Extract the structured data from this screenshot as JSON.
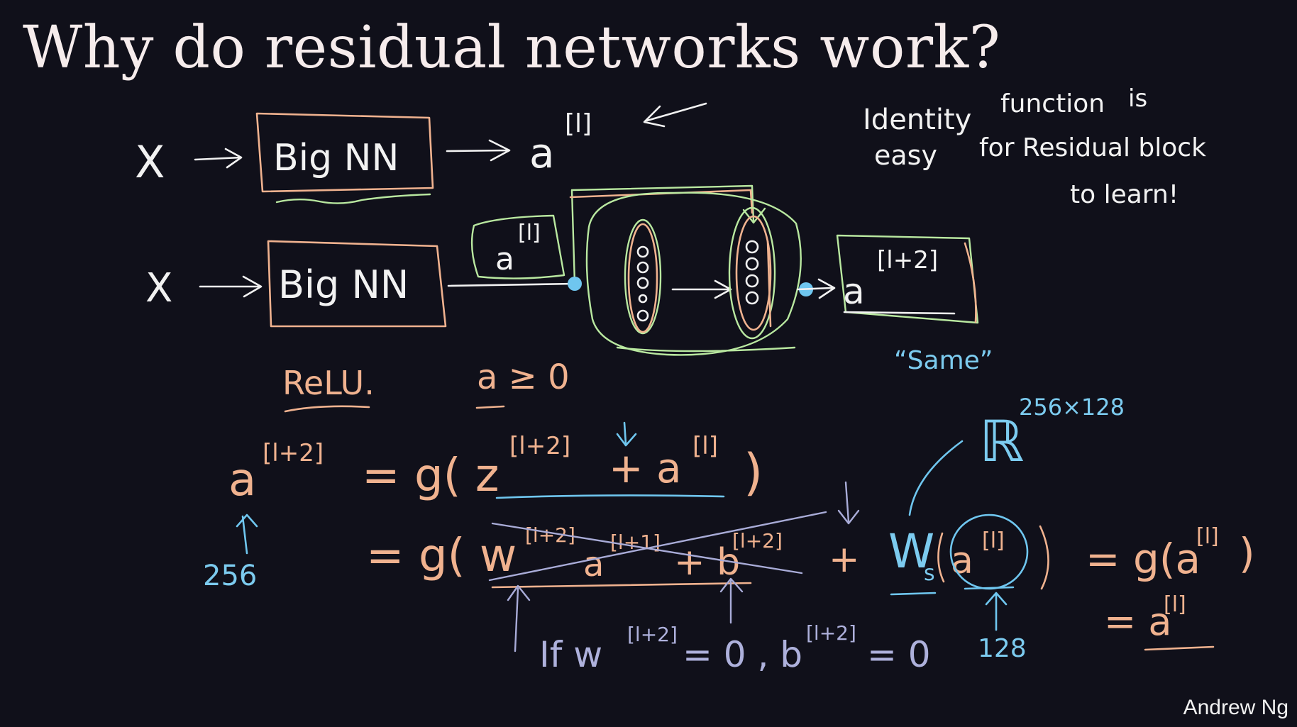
{
  "slide": {
    "title": "Why do residual networks work?",
    "author": "Andrew Ng"
  },
  "top_row": {
    "input": "X",
    "box": "Big NN",
    "output": "a",
    "output_sup": "[l]"
  },
  "second_row": {
    "input": "X",
    "box": "Big NN",
    "skip_label": "a",
    "skip_label_sup": "[l]",
    "output": "a",
    "output_sup": "[l+2]",
    "note": "“Same”"
  },
  "side_note": {
    "line1": "Identity",
    "line1b": "function",
    "line1c": "is",
    "line2": "easy",
    "line2b": "for Residual block",
    "line3": "to learn!"
  },
  "relu": {
    "label": "ReLU.",
    "cond": "a ≥ 0"
  },
  "equations": {
    "lhs": "a",
    "lhs_sup": "[l+2]",
    "eq1": "= g( z",
    "eq1_sup": "[l+2]",
    "eq1_plus": "+ a",
    "eq1_plus_sup": "[l]",
    "eq1_close": ")",
    "dim_lhs": "256",
    "eq2": "= g( w",
    "eq2_w_sup": "[l+2]",
    "eq2_a": "a",
    "eq2_a_sup": "[l+1]",
    "eq2_b": "+ b",
    "eq2_b_sup": "[l+2]",
    "eq2_plus": "+",
    "ws": "W",
    "ws_sub": "s",
    "ws_a": "a",
    "ws_a_sup": "[l]",
    "rhs": "= g(a",
    "rhs_sup": "[l]",
    "rhs_close": ")",
    "rhs2": "= a",
    "rhs2_sup": "[l]",
    "r_space": "ℝ",
    "r_sup": "256×128",
    "dim_a": "128",
    "if_note": "If w",
    "if_note_sup": "[l+2]",
    "if_note_mid": "= 0 , b",
    "if_note_sup2": "[l+2]",
    "if_note_end": "= 0"
  },
  "colors": {
    "background": "#10101a",
    "orange": "#f0b28f",
    "green": "#b9e8a0",
    "blue": "#6fc6ef",
    "purple": "#a9acd8",
    "white": "#f2f2f2"
  }
}
